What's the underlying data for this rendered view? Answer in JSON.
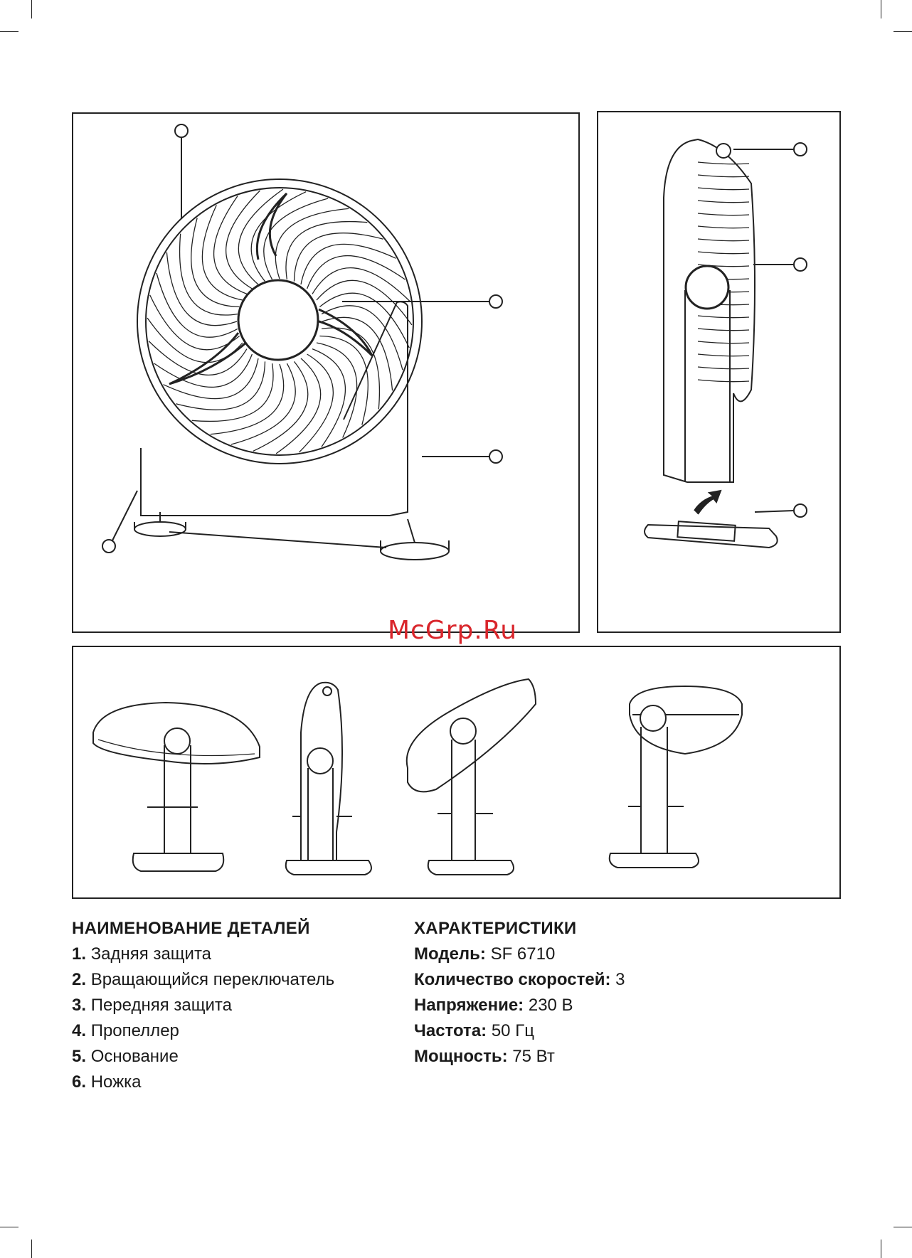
{
  "watermark": "McGrp.Ru",
  "parts": {
    "heading": "НАИМЕНОВАНИЕ ДЕТАЛЕЙ",
    "items": [
      {
        "num": "1.",
        "label": "Задняя защита"
      },
      {
        "num": "2.",
        "label": "Вращающийся переключатель"
      },
      {
        "num": "3.",
        "label": "Передняя защита"
      },
      {
        "num": "4.",
        "label": "Пропеллер"
      },
      {
        "num": "5.",
        "label": "Основание"
      },
      {
        "num": "6.",
        "label": "Ножка"
      }
    ]
  },
  "specs": {
    "heading": "ХАРАКТЕРИСТИКИ",
    "items": [
      {
        "key": "Модель:",
        "value": "SF 6710"
      },
      {
        "key": "Количество скоростей:",
        "value": "3"
      },
      {
        "key": "Напряжение:",
        "value": "230 В"
      },
      {
        "key": "Частота:",
        "value": "50 Гц"
      },
      {
        "key": "Мощность:",
        "value": "75 Вт"
      }
    ]
  }
}
